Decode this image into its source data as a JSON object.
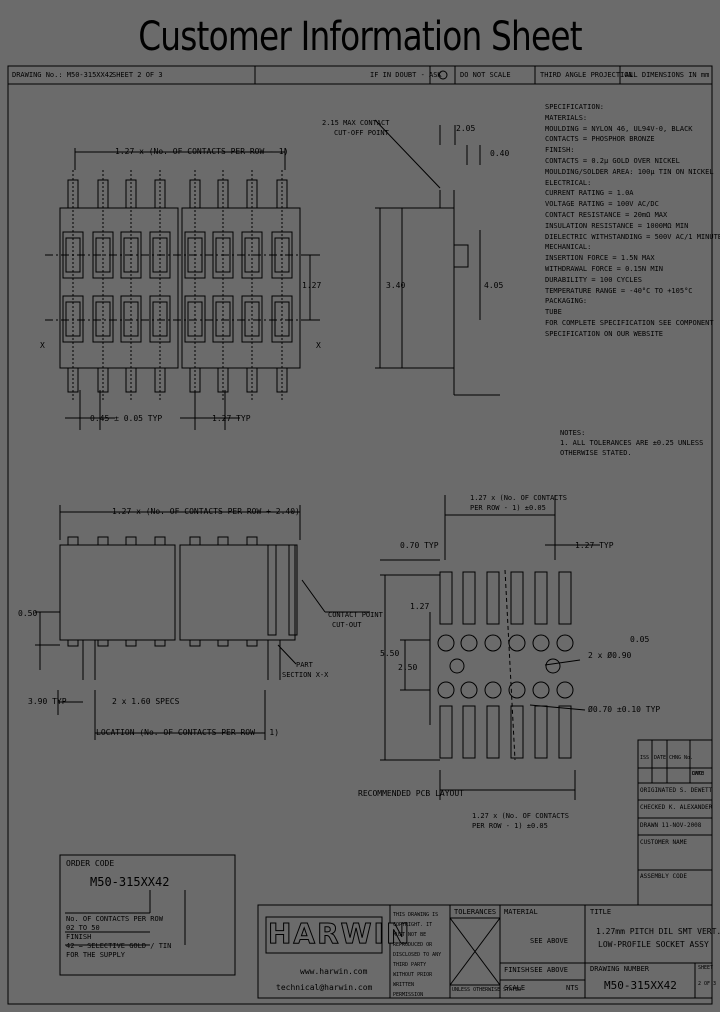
{
  "title": "Customer Information Sheet",
  "header": {
    "drawing_no": "DRAWING No.: M50-315XX42",
    "sheet": "SHEET 2 OF 3",
    "do_not_scale": "DO NOT SCALE",
    "third_angle": "THIRD ANGLE PROJECTION",
    "dimensions": "ALL DIMENSIONS IN mm",
    "in_dimensions": "IF IN DOUBT - ASK"
  },
  "top_view": {
    "pitch_label": "1.27 x (No. OF CONTACTS PER ROW - 1)",
    "row_pitch": "1.27",
    "pin_width": "0.45 ± 0.05 TYP",
    "pitch_typ": "1.27 TYP",
    "x_mark": "X"
  },
  "side_view": {
    "cutout_label": "2.15 MAX CONTACT",
    "cutout_label2": "CUT-OFF POINT",
    "dim_a": "2.05",
    "dim_b": "0.40",
    "height": "3.40",
    "dim_c": "4.05"
  },
  "front_view": {
    "overall": "1.27 x (No. OF CONTACTS PER ROW + 2.40)",
    "dim_a": "0.50",
    "dim_b": "3.90 TYP",
    "dim_c": "2 x 1.60 SPECS",
    "location": "LOCATION (No. OF CONTACTS PER ROW - 1)",
    "contact_label": "CONTACT POINT",
    "contact_label2": "CUT-OUT",
    "part_label": "PART",
    "part_label2": "SECTION X-X"
  },
  "pcb_layout": {
    "top_dim": "1.27 x (No. OF CONTACTS",
    "top_dim2": "PER ROW - 1) ±0.05",
    "dim_a": "0.70 TYP",
    "dim_b": "1.27 TYP",
    "dim_c": "1.27",
    "dim_d": "5.50",
    "dim_e": "2.50",
    "dim_f": "2 x Ø0.90",
    "dim_g": "Ø0.70 ±0.10 TYP",
    "tol": "0.05",
    "bottom_dim": "1.27 x (No. OF CONTACTS",
    "bottom_dim2": "PER ROW - 1) ±0.05",
    "caption": "RECOMMENDED PCB LAYOUT"
  },
  "specification": [
    "SPECIFICATION:",
    "MATERIALS:",
    "  MOULDING = NYLON 46, UL94V-0, BLACK",
    "  CONTACTS = PHOSPHOR BRONZE",
    "FINISH:",
    "  CONTACTS = 0.2μ GOLD OVER NICKEL",
    "  MOULDING/SOLDER AREA: 100μ TIN ON NICKEL",
    "ELECTRICAL:",
    "  CURRENT RATING = 1.0A",
    "  VOLTAGE RATING = 100V AC/DC",
    "  CONTACT RESISTANCE = 20mΩ MAX",
    "  INSULATION RESISTANCE = 1000MΩ MIN",
    "  DIELECTRIC WITHSTANDING = 500V AC/1 MINUTE",
    "MECHANICAL:",
    "  INSERTION FORCE = 1.5N MAX",
    "  WITHDRAWAL FORCE = 0.15N MIN",
    "  DURABILITY = 100 CYCLES",
    "  TEMPERATURE RANGE = -40°C TO +105°C",
    "PACKAGING:",
    "  TUBE",
    "FOR COMPLETE SPECIFICATION SEE COMPONENT",
    "SPECIFICATION ON OUR WEBSITE"
  ],
  "notes": [
    "NOTES:",
    "1. ALL TOLERANCES ARE ±0.25 UNLESS",
    "   OTHERWISE STATED."
  ],
  "order_code": {
    "heading": "ORDER CODE",
    "code": "M50-315XX42",
    "lines": [
      "No. OF CONTACTS PER ROW",
      "02 TO 50",
      "FINISH",
      "42 = SELECTIVE GOLD / TIN",
      "FOR THE SUPPLY"
    ]
  },
  "revision_table": {
    "cols": [
      "ISS",
      "DATE",
      "CHNG No.",
      "DATE",
      "CHKD"
    ],
    "rows": [
      [
        "ORIGINATED",
        "S. DEWETT"
      ],
      [
        "CHECKED",
        "K. ALEXANDER"
      ],
      [
        "DRAWN",
        "11-NOV-2008"
      ],
      [
        "CUSTOMER NAME",
        ""
      ],
      [
        "ASSEMBLY CODE",
        ""
      ]
    ]
  },
  "title_block": {
    "logo": "HARWIN",
    "website": "www.harwin.com",
    "email": "technical@harwin.com",
    "copyright": "THIS DRAWING IS COPYRIGHT. IT MUST NOT BE REPRODUCED OR DISCLOSED TO ANY THIRD PARTY WITHOUT PRIOR WRITTEN PERMISSION",
    "tolerances": "TOLERANCES",
    "tol_status": "UNLESS OTHERWISE STATED",
    "material_label": "MATERIAL",
    "material_value": "SEE ABOVE",
    "finish_label": "FINISH",
    "finish_value": "SEE ABOVE",
    "scale_label": "SCALE",
    "scale_value": "NTS",
    "title_label": "TITLE",
    "title_value1": "1.27mm PITCH DIL SMT VERT.",
    "title_value2": "LOW-PROFILE SOCKET ASSY",
    "dwg_label": "DRAWING NUMBER",
    "dwg_value": "M50-315XX42",
    "sheet_label": "SHEET",
    "sheet_value": "2 OF 3"
  }
}
